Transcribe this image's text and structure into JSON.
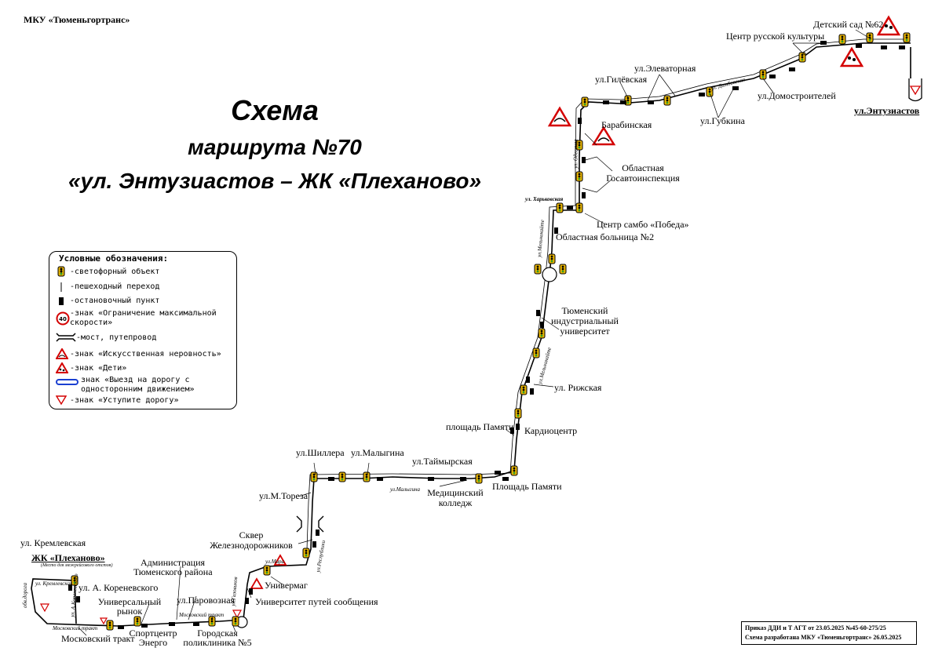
{
  "organization": "МКУ «Тюменьгортранс»",
  "title": {
    "line1": "Схема",
    "line2": "маршрута №70",
    "line3": "«ул. Энтузиастов – ЖК «Плеханово»"
  },
  "legend": {
    "heading": "Условные обозначения:",
    "items": [
      {
        "icon": "traffic-light-icon",
        "text": "-светофорный объект"
      },
      {
        "icon": "crosswalk-icon",
        "text": "-пешеходный переход"
      },
      {
        "icon": "bus-stop-icon",
        "text": "-остановочный пункт"
      },
      {
        "icon": "speed-limit-40-icon",
        "text": "-знак «Ограничение максимальной"
      },
      {
        "icon": "",
        "text": "скорости»"
      },
      {
        "icon": "bridge-icon",
        "text": "-мост, путепровод"
      },
      {
        "icon": "speed-bump-sign-icon",
        "text": "-знак «Искусственная неровность»"
      },
      {
        "icon": "children-sign-icon",
        "text": "-знак «Дети»"
      },
      {
        "icon": "one-way-exit-sign-icon",
        "text": "знак «Выезд на дорогу с"
      },
      {
        "icon": "",
        "text": "односторонним движением»"
      },
      {
        "icon": "yield-sign-icon",
        "text": "-знак «Уступите дорогу»"
      }
    ],
    "speed_limit_value": "40"
  },
  "stops": {
    "kremlevskaya": "ул. Кремлевская",
    "plekhanovo": "ЖК «Плеханово»",
    "plekhanovo_note": "(Место для межрейсового отстоя)",
    "korenevskogo": "ул. А. Кореневского",
    "market_1": "Универсальный",
    "market_2": "рынок",
    "moskovsky": "Московский тракт",
    "sport_1": "Спортцентр",
    "sport_2": "Энерго",
    "admin_1": "Администрация",
    "admin_2": "Тюменского района",
    "parovoznaya": "ул.Паровозная",
    "clinic_1": "Городская",
    "clinic_2": "поликлиника №5",
    "university_railway": "Университет путей сообщения",
    "univermag": "Универмаг",
    "square_1": "Сквер",
    "square_2": "Железнодорожников",
    "toreza": "ул.М.Тореза",
    "shillera": "ул.Шиллера",
    "malygina": "ул.Малыгина",
    "taimyrskaya": "ул.Таймырская",
    "college_1": "Медицинский",
    "college_2": "колледж",
    "memory_square_1": "Площадь Памяти",
    "memory_square_2": "площадь Памяти",
    "cardiocenter": "Кардиоцентр",
    "rizhskaya": "ул. Рижская",
    "tiu_1": "Тюменский",
    "tiu_2": "индустриальный",
    "tiu_3": "университет",
    "hospital": "Областная больница №2",
    "sambo": "Центр самбо «Победа»",
    "gai_1": "Областная",
    "gai_2": "Госавтоинспекция",
    "barabinskaya": "Барабинская",
    "gilevskaya": "ул.Гилёвская",
    "elevatornaya": "ул.Элеваторная",
    "gubkina": "ул.Губкина",
    "domostroiteley": "ул.Домостроителей",
    "culture_center": "Центр русской культуры",
    "kindergarten": "Детский сад №62",
    "entuziastov": "ул.Энтузиастов"
  },
  "street_labels": {
    "kharkovskaya": "ул. Харьковская",
    "moskovsky_trakt": "Московский тракт",
    "moskovsky_trakt_2": "Московский тракт",
    "malygina_small": "ул.Малыгина",
    "mira": "ул.Мира",
    "odesskaya": "ул. Одесская",
    "dambovskaya": "ул. Дамбовская",
    "melnikaite_1": "ул.Мельникайте",
    "melnikaite_2": "ул.Мельникайте",
    "gazovikov": "ул.Газовиков",
    "kremlevskaya_small": "ул. Кремлевская",
    "korenevskogo_small": "ул. А.Кореневского",
    "obvod": "обв.дорога",
    "respubliki": "ул.Республики"
  },
  "info_box": {
    "line1": "Приказ ДДИ и Т АГТ от 23.05.2025 №45-60-275/25",
    "line2": "Схема разработана МКУ «Тюменьгортранс» 26.05.2025"
  },
  "colors": {
    "route": "#000000",
    "sign_red": "#d40000",
    "sign_blue": "#1a3fd1",
    "traffic_light_green": "#2a9d2a",
    "traffic_light_amber": "#e8b400"
  }
}
